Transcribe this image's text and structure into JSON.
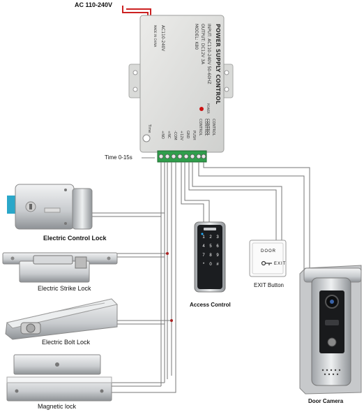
{
  "input_label": "AC 110-240V",
  "psu": {
    "title": "POWER SUPPLY CONTROL",
    "input": "INPUT: AC110-240V  50-60HZ",
    "output": "OUTPUT: DC12V  3A",
    "model": "MODEL: K80",
    "ac_label": "AC110-240V",
    "made_in": "MADE IN CHINA",
    "power": "POWER",
    "control1": "CONTROL",
    "control2": "CONTROL",
    "time": "Time",
    "terminals": [
      "+NO",
      "+NC",
      "-COM",
      "+12V",
      "GND",
      "PUSH",
      "CONTROL",
      "CONTROL"
    ]
  },
  "time_label": "Time 0-15s",
  "devices": {
    "electric_control_lock": "Electric Control Lock",
    "electric_strike_lock": "Electric Strike Lock",
    "electric_bolt_lock": "Electric Bolt Lock",
    "magnetic_lock": "Magnetic lock",
    "access_control": "Access Control",
    "exit_button": "EXIT Button",
    "door_camera": "Door Camera"
  },
  "exit_plate": {
    "line1": "DOOR",
    "line2": "EXIT"
  },
  "keypad_keys": [
    "1",
    "2",
    "3",
    "4",
    "5",
    "6",
    "7",
    "8",
    "9",
    "*",
    "0",
    "#"
  ],
  "colors": {
    "wire_red": "#cc2222",
    "terminal_green": "#2f9e4b",
    "housing": "#dedfdd",
    "wire": "#777777"
  }
}
